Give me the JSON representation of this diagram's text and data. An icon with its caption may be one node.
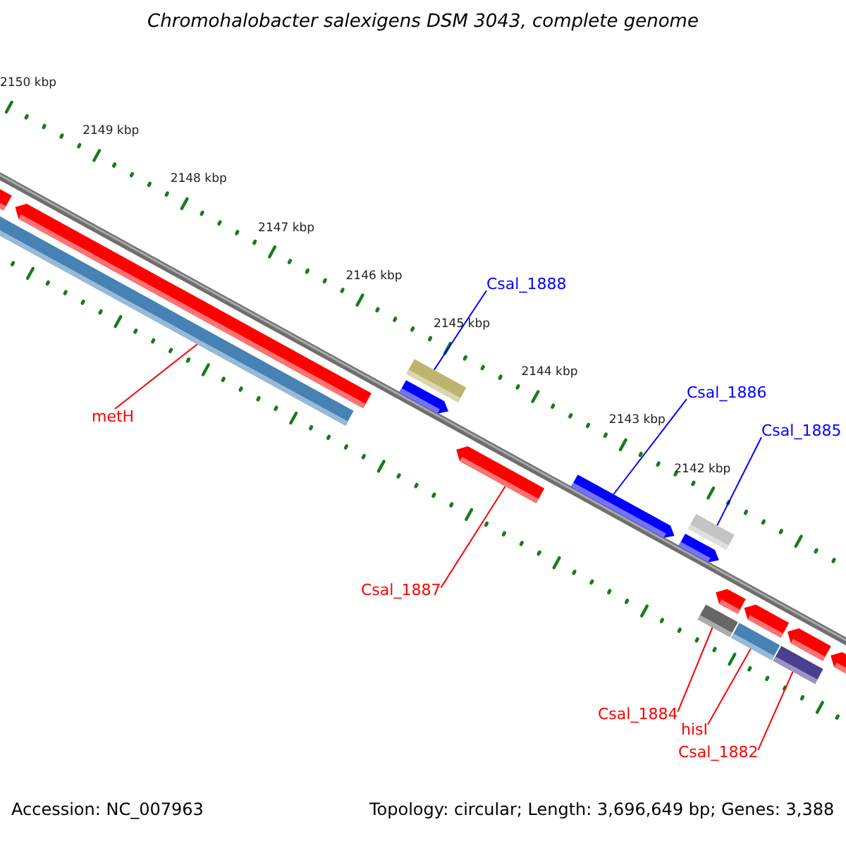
{
  "diagram": {
    "title": "Chromohalobacter salexigens DSM 3043, complete genome",
    "nodes": [
      {
        "text": [
          "Csal_1888"
        ]
      },
      {
        "text": [
          "Csal_1886"
        ]
      },
      {
        "text": [
          "metH"
        ]
      },
      {
        "text": [
          "Csal_1885"
        ]
      },
      {
        "text": [
          "Csal_1887"
        ]
      },
      {
        "text": [
          "Csal_1884"
        ]
      },
      {
        "text": [
          "hisI"
        ]
      },
      {
        "text": [
          "Csal_1882"
        ]
      },
      {
        "text": [],
        "shape": "bar"
      },
      {
        "text": [],
        "shape": "bar"
      },
      {
        "text": [],
        "shape": "arrow"
      },
      {
        "text": [],
        "shape": "arrow"
      },
      {
        "text": [],
        "shape": "bar"
      },
      {
        "text": [],
        "shape": "bar"
      },
      {
        "text": [],
        "shape": "bar"
      },
      {
        "text": [],
        "shape": "bar"
      }
    ],
    "edges": [
      {
        "from": 0,
        "to": 9,
        "arrow": "none",
        "color": "#0000ff"
      },
      {
        "from": 1,
        "to": 11,
        "arrow": "none",
        "color": "#0000ff"
      },
      {
        "from": 2,
        "to": 8,
        "arrow": "none"
      },
      {
        "from": 3,
        "to": 12,
        "arrow": "none",
        "color": "#0000ff"
      },
      {
        "from": 4,
        "to": 10,
        "arrow": "none"
      },
      {
        "from": 5,
        "to": 13,
        "arrow": "none"
      },
      {
        "from": 6,
        "to": 14,
        "arrow": "none"
      },
      {
        "from": 7,
        "to": 15,
        "arrow": "none"
      }
    ],
    "labels": [
      "2150 kbp",
      "2149 kbp",
      "2148 kbp",
      "2147 kbp",
      "2146 kbp",
      "2145 kbp",
      "2144 kbp",
      "2143 kbp",
      "2142 kbp",
      "Accession: NC_007963",
      "Topology: circular; Length: 3,696,649 bp; Genes: 3,388"
    ]
  }
}
